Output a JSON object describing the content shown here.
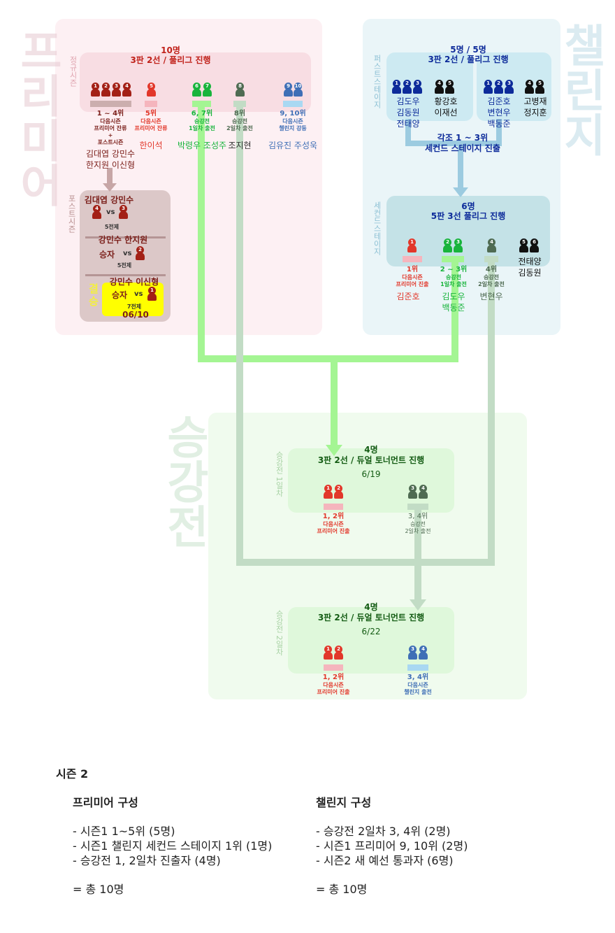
{
  "colors": {
    "premier_bg": "#fdf0f3",
    "premier_inner": "#f8dde3",
    "postseason_bg": "#dcc8c8",
    "challenger_bg": "#eaf5f8",
    "challenger_inner": "#cdeaf2",
    "second_stage_bg": "#c4e2e7",
    "promotion_bg": "#f0fbee",
    "promotion_inner": "#dff8db",
    "green_line": "#a4f593",
    "gray_green_line": "#c2dcc5",
    "blue_line": "#9ccbe0",
    "dark_red": "#a32016",
    "red": "#e2372a",
    "green": "#18b43c",
    "slate": "#4f6b52",
    "blue": "#3f6fb6",
    "navy": "#0d2b9a",
    "black": "#111111",
    "yellow": "#ffff00"
  },
  "premier": {
    "watermark": "프리미어",
    "regular_label": "정규시즌",
    "header_count": "10명",
    "header_format": "3판 2선 / 풀리그 진행",
    "groups": [
      {
        "pawns": [
          "1",
          "2",
          "3",
          "4"
        ],
        "line1": "1 ~ 4위",
        "line2": "다음시즌",
        "line3": "프리미어 잔류",
        "line4": "+",
        "line5": "포스트시즌"
      },
      {
        "pawns": [
          "5"
        ],
        "line1": "5위",
        "line2": "다음시즌",
        "line3": "프리미어 잔류"
      },
      {
        "pawns": [
          "6",
          "7"
        ],
        "line1": "6, 7위",
        "line2": "승강전",
        "line3": "1일차 출전"
      },
      {
        "pawns": [
          "8"
        ],
        "line1": "8위",
        "line2": "승강전",
        "line3": "2일차 출전"
      },
      {
        "pawns": [
          "9",
          "10"
        ],
        "line1": "9, 10위",
        "line2": "다음시즌",
        "line3": "챌린지 강등"
      }
    ],
    "names_top4_a": "김대엽 강민수",
    "names_top4_b": "한지원 이신형",
    "name_5": "한이석",
    "names_67": "박령우 조성주",
    "name_8": "조지현",
    "names_910": "김유진 주성욱"
  },
  "postseason": {
    "label": "포스트시즌",
    "m1_names": "김대엽  강민수",
    "m1_left": "4",
    "m1_right": "3",
    "m1_vs": "vs",
    "m1_games": "5전제",
    "m2_names": "강민수    한지원",
    "m2_left": "승자",
    "m2_right": "2",
    "m2_vs": "vs",
    "m2_games": "5전제",
    "m3_names": "강민수   이신형",
    "m3_left": "승자",
    "m3_right": "1",
    "m3_vs": "vs",
    "m3_games": "7전제",
    "final_label_1": "결",
    "final_label_2": "승",
    "date": "06/10"
  },
  "challenger": {
    "watermark": "챌린지",
    "first_stage_label": "퍼스트스테이지",
    "header_count": "5명 / 5명",
    "header_format": "3판 2선 / 풀리그 진행",
    "groupA": {
      "pawns_blue": [
        "1",
        "2",
        "3"
      ],
      "pawns_black": [
        "4",
        "5"
      ],
      "names_blue": [
        "김도우",
        "김동원",
        "전태양"
      ],
      "names_black": [
        "황강호",
        "이재선"
      ]
    },
    "groupB": {
      "pawns_blue": [
        "1",
        "2",
        "3"
      ],
      "pawns_black": [
        "4",
        "5"
      ],
      "names_blue": [
        "김준호",
        "변현우",
        "백동준"
      ],
      "names_black": [
        "고병재",
        "정지훈"
      ]
    },
    "advance_line1": "각조 1 ~ 3위",
    "advance_line2": "세컨드 스테이지 진출",
    "second_stage_label": "세컨드스테이지",
    "ss_count": "6명",
    "ss_format": "5판 3선 풀리그 진행",
    "ss_groups": [
      {
        "pawns": [
          "1"
        ],
        "line1": "1위",
        "line2": "다음시즌",
        "line3": "프리미어 진출",
        "names": [
          "김준호"
        ]
      },
      {
        "pawns": [
          "2",
          "3"
        ],
        "line1": "2 ~ 3위",
        "line2": "승강전",
        "line3": "1일차 출전",
        "names": [
          "김도우",
          "백동준"
        ]
      },
      {
        "pawns": [
          "4"
        ],
        "line1": "4위",
        "line2": "승강전",
        "line3": "2일차 출전",
        "names": [
          "변현우"
        ]
      },
      {
        "pawns": [
          "5",
          "6"
        ],
        "names": [
          "전태양",
          "김동원"
        ]
      }
    ]
  },
  "promotion": {
    "watermark": "승강전",
    "day1": {
      "label": "승강전 1일차",
      "count": "4명",
      "format": "3판 2선 / 듀얼 토너먼트 진행",
      "date": "6/19",
      "left": {
        "pawns": [
          "1",
          "2"
        ],
        "line1": "1, 2위",
        "line2": "다음시즌",
        "line3": "프리미어 진출"
      },
      "right": {
        "pawns": [
          "3",
          "4"
        ],
        "line1": "3, 4위",
        "line2": "승강전",
        "line3": "2일차 출전"
      }
    },
    "day2": {
      "label": "승강전 2일차",
      "count": "4명",
      "format": "3판 2선 / 듀얼 토너먼트 진행",
      "date": "6/22",
      "left": {
        "pawns": [
          "1",
          "2"
        ],
        "line1": "1, 2위",
        "line2": "다음시즌",
        "line3": "프리미어 진출"
      },
      "right": {
        "pawns": [
          "3",
          "4"
        ],
        "line1": "3, 4위",
        "line2": "다음시즌",
        "line3": "챌린지 출전"
      }
    }
  },
  "footer": {
    "season": "시즌 2",
    "premier_title": "프리미어 구성",
    "premier_items": [
      "- 시즌1 1~5위 (5명)",
      "- 시즌1 챌린지 세컨드 스테이지 1위 (1명)",
      "- 승강전 1, 2일차 진출자 (4명)"
    ],
    "premier_total": "= 총 10명",
    "challenger_title": "챌린지 구성",
    "challenger_items": [
      "- 승강전 2일차 3, 4위 (2명)",
      "- 시즌1 프리미어 9, 10위 (2명)",
      "- 시즌2 새 예선 통과자 (6명)"
    ],
    "challenger_total": "= 총 10명"
  }
}
